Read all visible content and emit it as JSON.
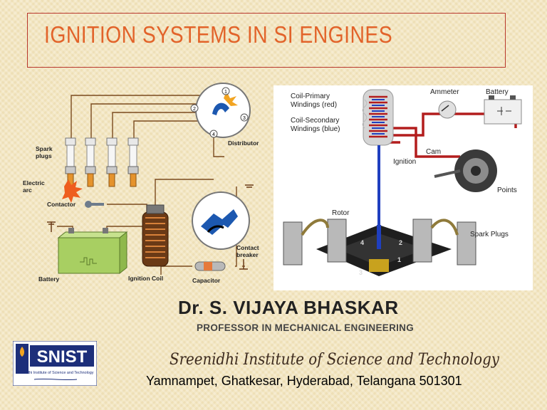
{
  "slide": {
    "title": "IGNITION SYSTEMS IN SI ENGINES",
    "author": "Dr. S. VIJAYA BHASKAR",
    "designation": "PROFESSOR IN MECHANICAL ENGINEERING",
    "institute": "Sreenidhi Institute of Science and Technology",
    "address": "Yamnampet, Ghatkesar, Hyderabad, Telangana 501301"
  },
  "left_diagram": {
    "labels": {
      "spark_plugs_1": "Spark",
      "spark_plugs_2": "plugs",
      "electric_arc_1": "Electric",
      "electric_arc_2": "arc",
      "contactor": "Contactor",
      "distributor": "Distributor",
      "contact_breaker_1": "Contact",
      "contact_breaker_2": "breaker",
      "battery": "Battery",
      "ignition_coil": "Ignition Coil",
      "capacitor": "Capacitor",
      "num_1": "1",
      "num_2": "2",
      "num_3": "3",
      "num_4": "4"
    }
  },
  "right_diagram": {
    "labels": {
      "coil_primary_1": "Coil-Primary",
      "coil_primary_2": "Windings (red)",
      "coil_secondary_1": "Coil-Secondary",
      "coil_secondary_2": "Windings (blue)",
      "ammeter": "Ammeter",
      "battery": "Battery",
      "cam": "Cam",
      "ignition": "Ignition",
      "points": "Points",
      "rotor": "Rotor",
      "spark_plugs": "Spark Plugs",
      "num_1": "1",
      "num_2": "2",
      "num_3": "3",
      "num_4": "4"
    }
  },
  "logo": {
    "name": "SNIST",
    "full_name": "Sreenidhi Institute of Science and Technology"
  },
  "colors": {
    "title": "#e2632a",
    "title_border": "#b8372c",
    "background": "#f3e7c3",
    "wire_red": "#b31d1d",
    "coil_blue": "#1f3fbf"
  }
}
